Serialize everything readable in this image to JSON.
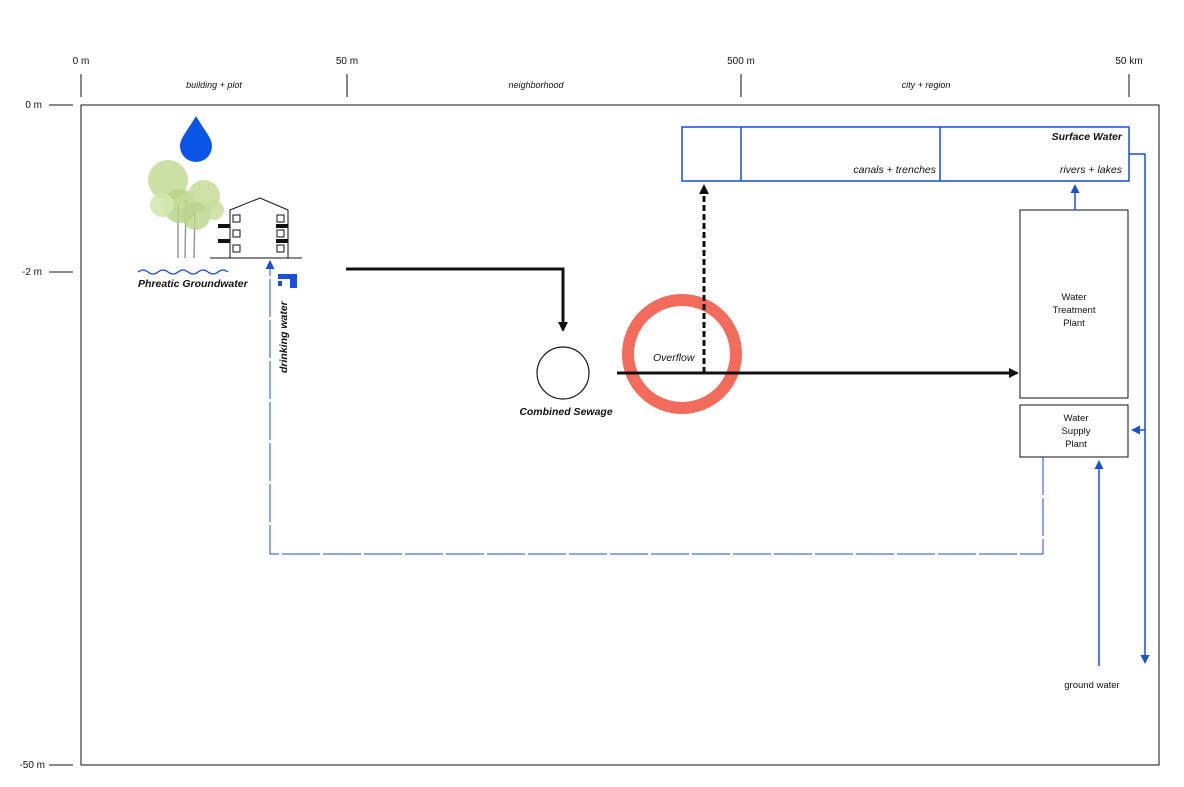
{
  "scale_top": {
    "ticks": [
      "0 m",
      "50 m",
      "500 m",
      "50 km"
    ],
    "zones": [
      "building + plot",
      "neighborhood",
      "city + region"
    ]
  },
  "scale_left": {
    "ticks": [
      "0 m",
      "-2 m",
      "-50 m"
    ]
  },
  "labels": {
    "phreatic_groundwater": "Phreatic Groundwater",
    "drinking_water": "drinking water",
    "combined_sewage": "Combined Sewage",
    "overflow": "Overflow",
    "surface_water": "Surface Water",
    "canals": "canals + trenches",
    "rivers": "rivers + lakes",
    "ground_water": "ground water"
  },
  "plants": {
    "treatment": [
      "Water",
      "Treatment",
      "Plant"
    ],
    "supply": [
      "Water",
      "Supply",
      "Plant"
    ]
  },
  "colors": {
    "blue": "#1a4fd6",
    "drop": "#0a55e6",
    "overflow_ring": "#f26b5b",
    "tree": "#c7dc9a",
    "dark": "#111111"
  }
}
